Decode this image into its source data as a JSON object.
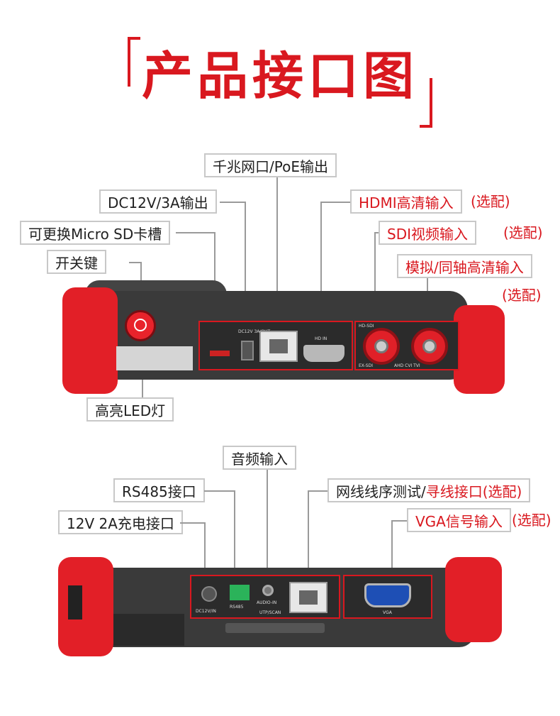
{
  "title": "产品接口图",
  "top_device": {
    "callouts": {
      "gigabit_poe": "千兆网口/PoE输出",
      "dc_out": "DC12V/3A输出",
      "hdmi_in": "HDMI高清输入",
      "micro_sd": "可更换Micro SD卡槽",
      "sdi_in": "SDI视频输入",
      "power_key": "开关键",
      "analog_in": "模拟/同轴高清输入",
      "led": "高亮LED灯"
    },
    "optional_label": "(选配)",
    "port_labels": {
      "dc": "DC12V 3A/OUT",
      "hdmi": "HD IN",
      "hd_sdi": "HD-SDI",
      "ex_sdi": "EX-SDI",
      "ahd": "AHD CVI TVI"
    }
  },
  "bottom_device": {
    "callouts": {
      "audio_in": "音频输入",
      "rs485": "RS485接口",
      "cable_test": "网线线序测试/",
      "cable_tracer": "寻线接口(选配)",
      "charge": "12V 2A充电接口",
      "vga_in": "VGA信号输入"
    },
    "optional_label": "(选配)",
    "port_labels": {
      "dc": "DC12V/IN",
      "rs485": "RS485",
      "audio": "AUDIO-IN",
      "utp": "UTP/SCAN",
      "vga": "VGA"
    }
  },
  "colors": {
    "accent": "#d9181f",
    "bumper": "#e21f27",
    "body": "#3a3a3a"
  }
}
